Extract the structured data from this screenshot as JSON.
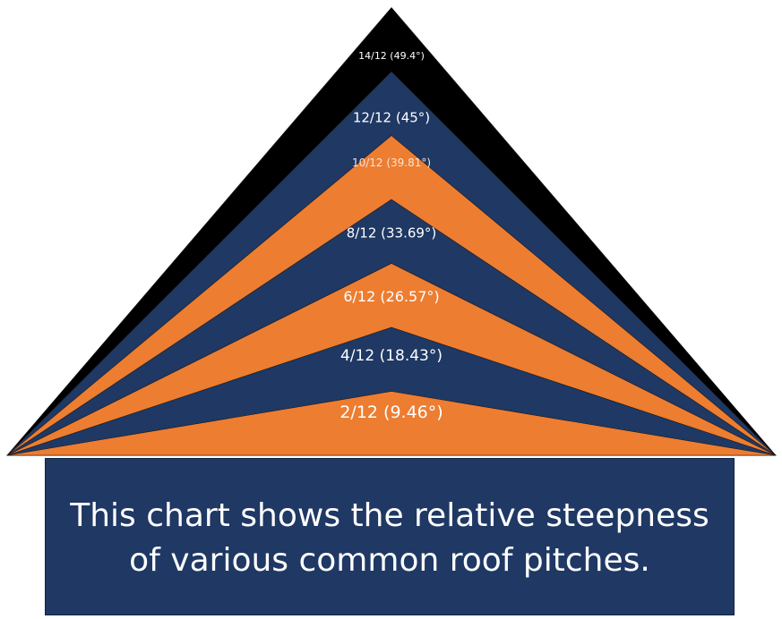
{
  "caption": "This chart shows the relative steepness of various common roof pitches.",
  "colors": {
    "black": "#000000",
    "navy": "#1f3864",
    "orange": "#ed7d31",
    "label_text": "#ffffff",
    "label_text_orange_small": "#fbe5d6"
  },
  "pitches": [
    {
      "label": "14/12 (49.4°)",
      "rise": 14,
      "run": 12,
      "angle_deg": 49.4,
      "color": "#000000"
    },
    {
      "label": "12/12 (45°)",
      "rise": 12,
      "run": 12,
      "angle_deg": 45,
      "color": "#1f3864"
    },
    {
      "label": "10/12 (39.81°)",
      "rise": 10,
      "run": 12,
      "angle_deg": 39.81,
      "color": "#ed7d31"
    },
    {
      "label": "8/12 (33.69°)",
      "rise": 8,
      "run": 12,
      "angle_deg": 33.69,
      "color": "#1f3864"
    },
    {
      "label": "6/12 (26.57°)",
      "rise": 6,
      "run": 12,
      "angle_deg": 26.57,
      "color": "#ed7d31"
    },
    {
      "label": "4/12 (18.43°)",
      "rise": 4,
      "run": 12,
      "angle_deg": 18.43,
      "color": "#1f3864"
    },
    {
      "label": "2/12 (9.46°)",
      "rise": 2,
      "run": 12,
      "angle_deg": 9.46,
      "color": "#ed7d31"
    }
  ]
}
